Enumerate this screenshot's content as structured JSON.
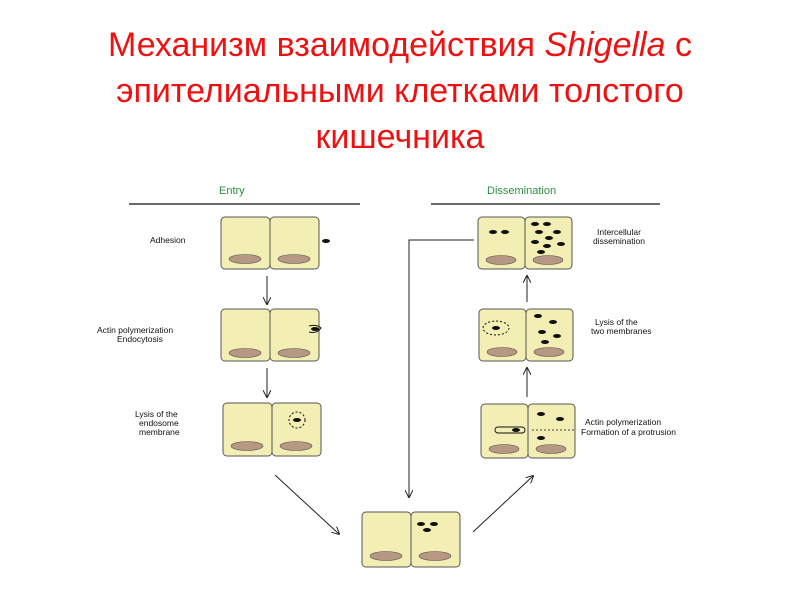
{
  "slide": {
    "title": {
      "line1": "Механизм взаимодействия ",
      "italic": "Shigella",
      "line1_end": " с",
      "line2": "эпителиальными клетками толстого",
      "line3": "кишечника"
    }
  },
  "diagram": {
    "entry_header": "Entry",
    "dissemination_header": "Dissemination",
    "steps": {
      "adhesion": "Adhesion",
      "actin_endocytosis": [
        "Actin polymerization",
        "Endocytosis"
      ],
      "lysis_endosome": [
        "Lysis of the",
        "endosome",
        "membrane"
      ],
      "lysis_two": [
        "Lysis of the",
        "two membranes"
      ],
      "actin_protrusion": [
        "Actin polymerization",
        "Formation of a protrusion"
      ],
      "intercellular": [
        "Intercellular",
        "dissemination"
      ]
    },
    "colors": {
      "cell_fill": "#f3eeb4",
      "nucleus_fill": "#b79882",
      "header_text": "#2f8f3f",
      "title_text": "#ee1111",
      "bacteria": "#111111"
    }
  }
}
